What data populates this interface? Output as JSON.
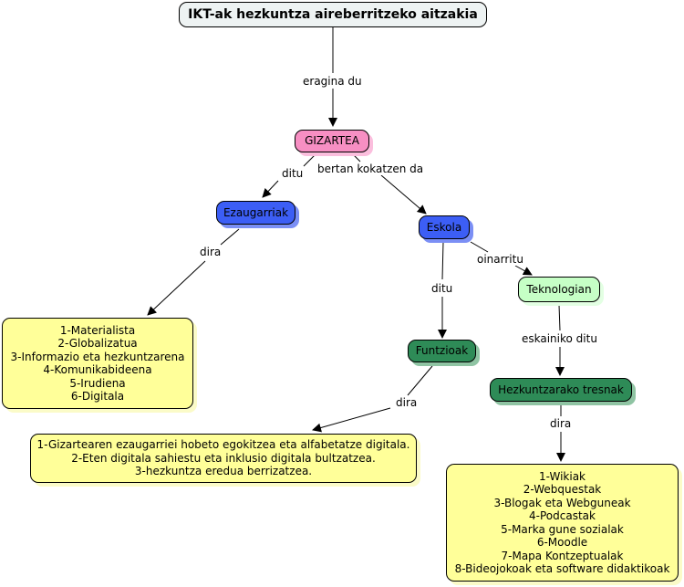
{
  "colors": {
    "title_bg": "#eef3f3",
    "gizartea": "#f78fc3",
    "blue_nodes": "#3c5ef5",
    "teknologian": "#c6ffc6",
    "dark_green_nodes": "#2e8b57",
    "yellow_boxes": "#ffff99"
  },
  "nodes": {
    "title": "IKT-ak hezkuntza aireberritzeko aitzakia",
    "gizartea": "GIZARTEA",
    "ezaugarriak": "Ezaugarriak",
    "eskola": "Eskola",
    "teknologian": "Teknologian",
    "funtzioak": "Funtzioak",
    "hezkuntzarako_tresnak": "Hezkuntzarako tresnak",
    "ezaugarriak_list": [
      "1-Materialista",
      "2-Globalizatua",
      "3-Informazio eta hezkuntzarena",
      "4-Komunikabideena",
      "5-Irudiena",
      "6-Digitala"
    ],
    "funtzioak_list": [
      "1-Gizartearen ezaugarriei hobeto egokitzea eta alfabetatze digitala.",
      "2-Eten digitala sahiestu eta inklusio digitala bultzatzea.",
      "3-hezkuntza eredua berrizatzea."
    ],
    "tresnak_list": [
      "1-Wikiak",
      "2-Webquestak",
      "3-Blogak eta Webguneak",
      "4-Podcastak",
      "5-Marka gune sozialak",
      "6-Moodle",
      "7-Mapa Kontzeptualak",
      "8-Bideojokoak eta software didaktikoak"
    ]
  },
  "links": {
    "eragina_du": "eragina du",
    "ditu_1": "ditu",
    "bertan_kokatzen_da": "bertan kokatzen da",
    "dira_1": "dira",
    "ditu_2": "ditu",
    "oinarritu": "oinarritu",
    "eskainiko_ditu": "eskainiko ditu",
    "dira_2": "dira",
    "dira_3": "dira"
  }
}
